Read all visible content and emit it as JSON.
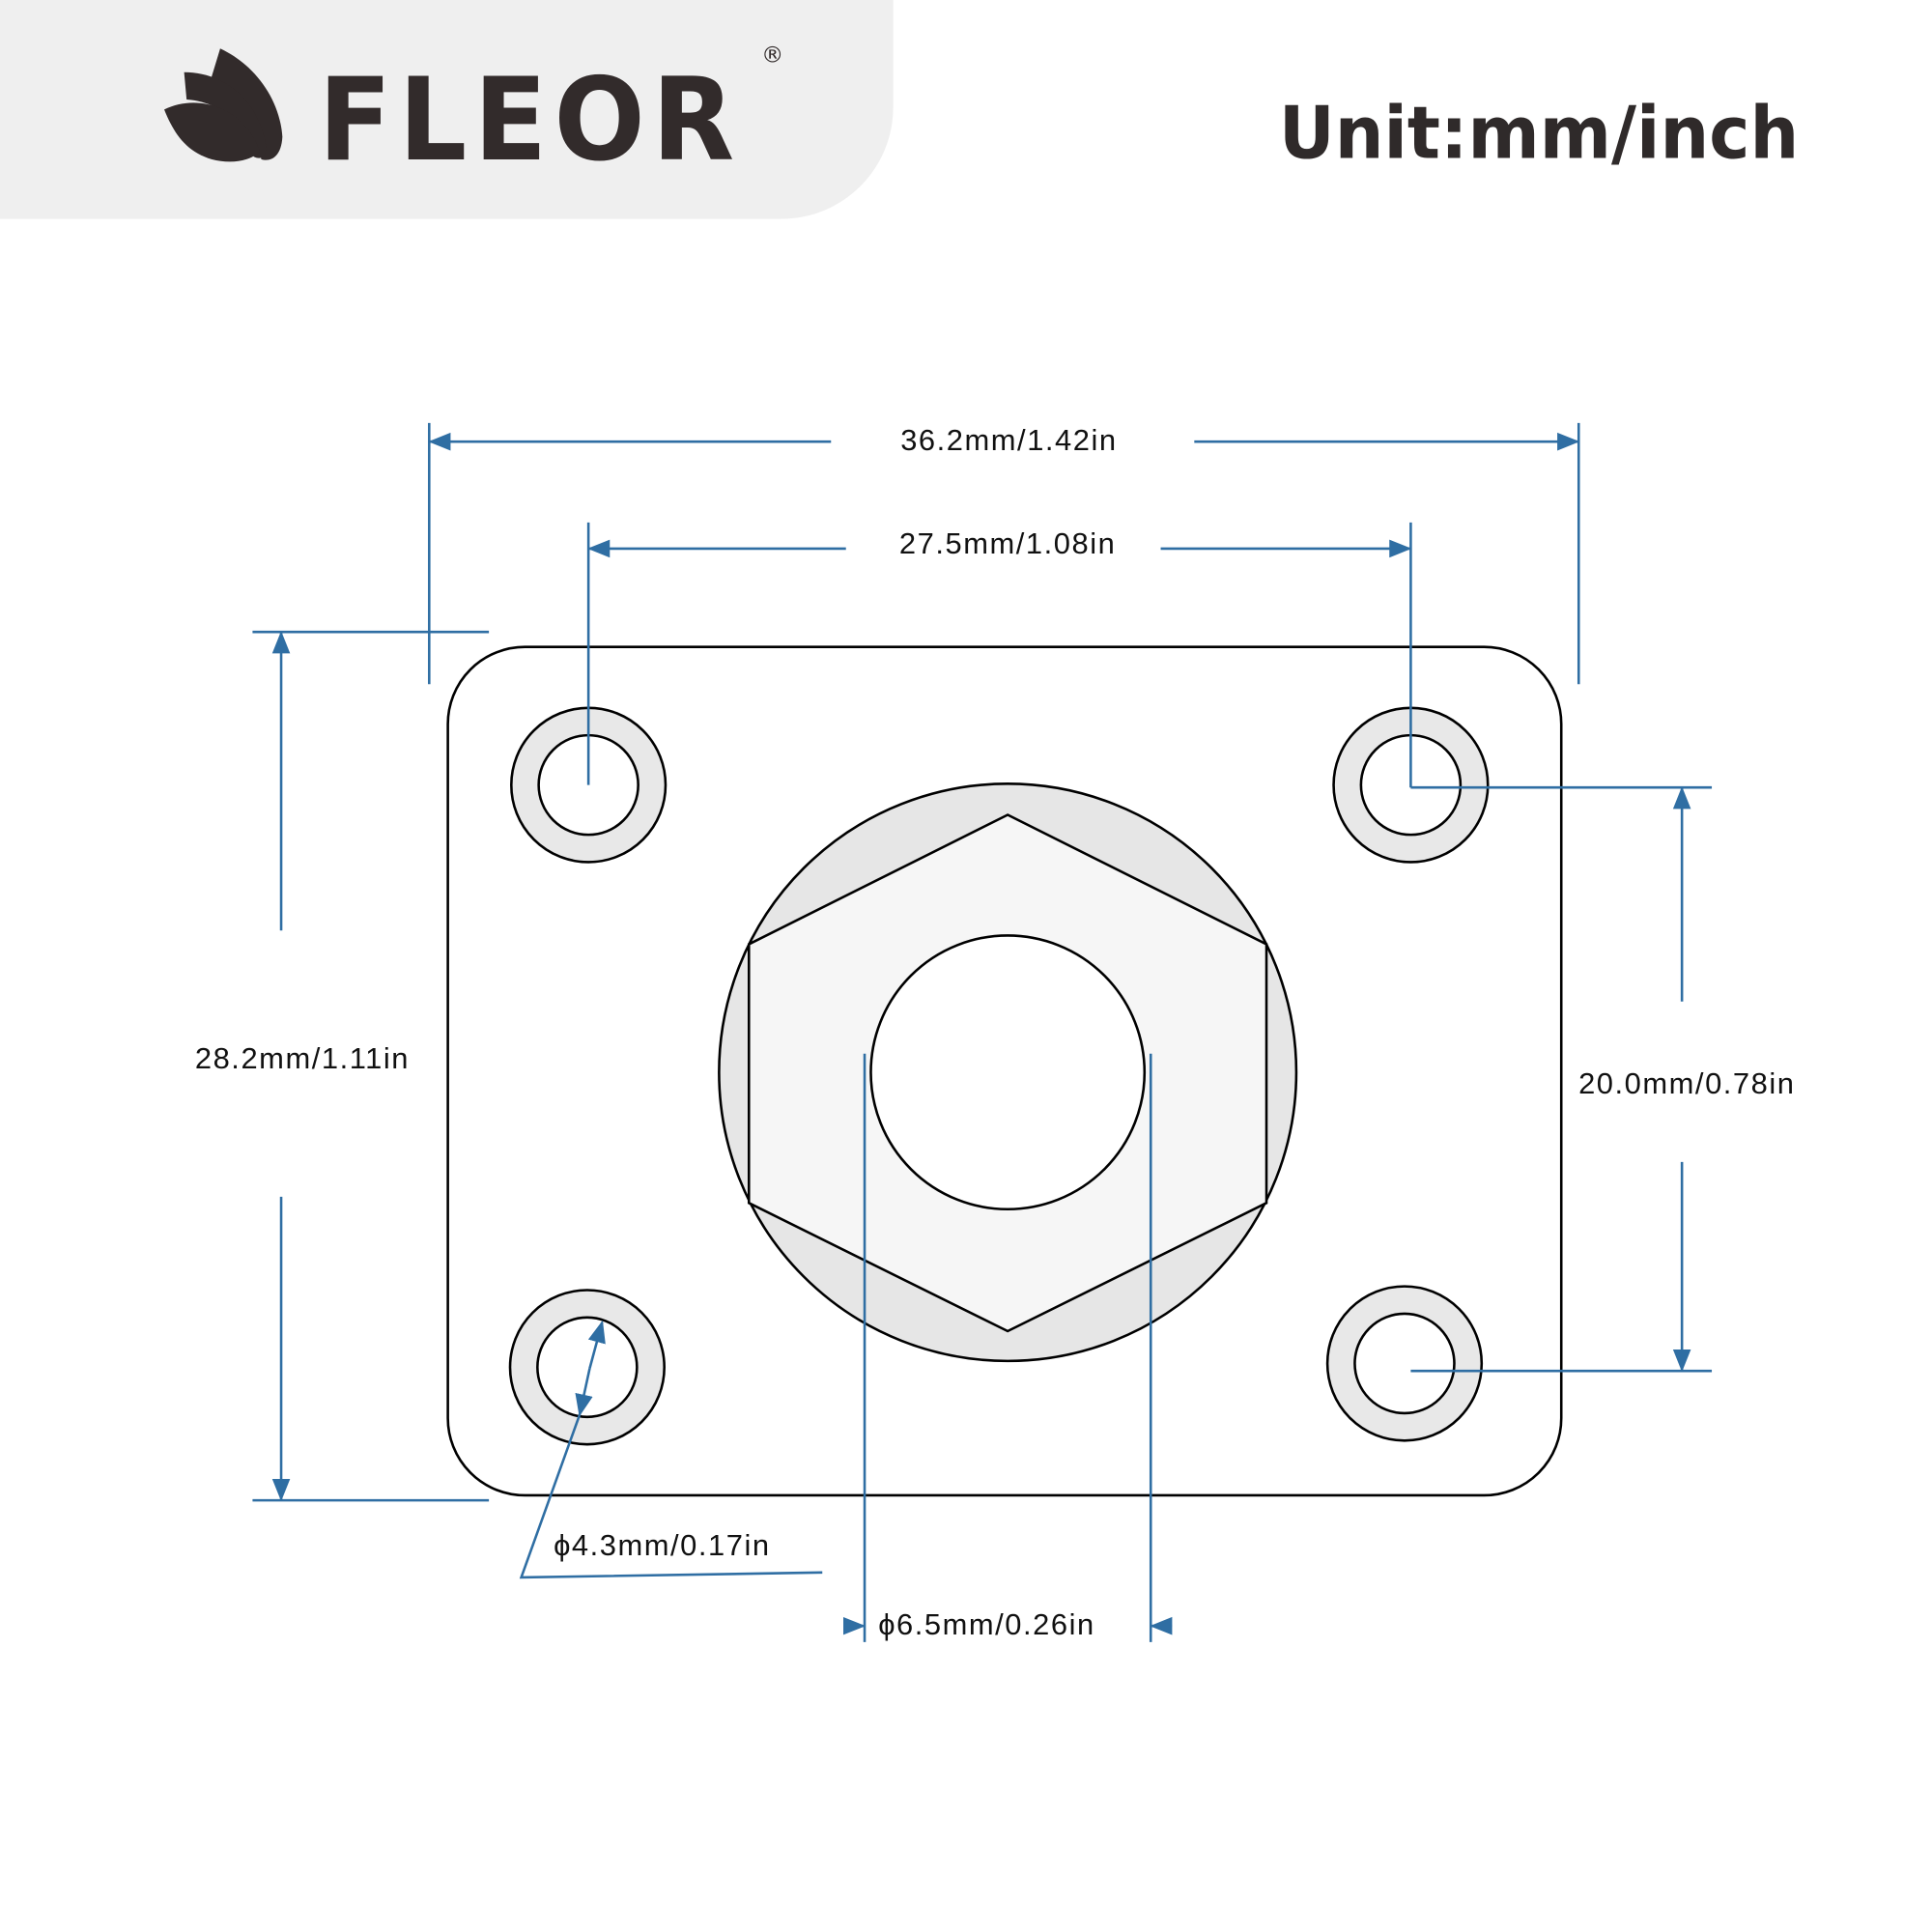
{
  "brand": {
    "name": "FLEOR",
    "registered": "®"
  },
  "unit_label": "Unit:mm/inch",
  "dimensions": {
    "overall_width": "36.2mm/1.42in",
    "hole_spacing_x": "27.5mm/1.08in",
    "overall_height": "28.2mm/1.11in",
    "hole_spacing_y": "20.0mm/0.78in",
    "mount_hole_diameter": "ϕ4.3mm/0.17in",
    "center_hole_diameter": "ϕ6.5mm/0.26in"
  },
  "colors": {
    "dimension": "#2f6ea3",
    "header_bg": "#efefef",
    "text": "#2f2a2a"
  }
}
